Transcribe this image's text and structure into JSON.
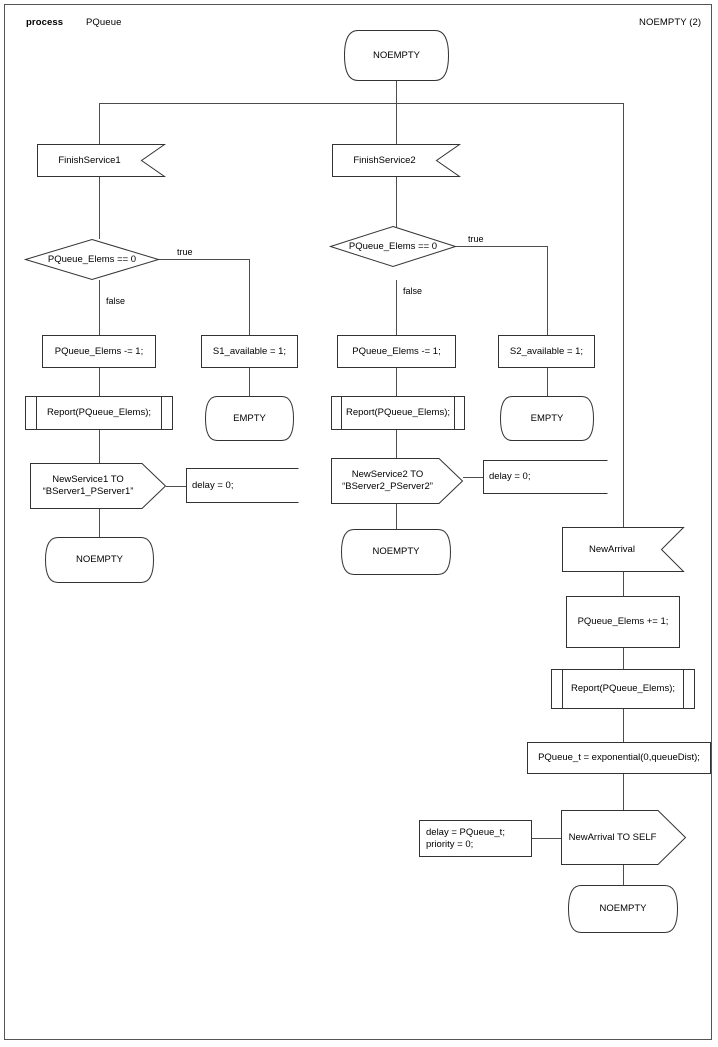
{
  "header": {
    "kind_label": "process",
    "process_name": "PQueue",
    "page_label": "NOEMPTY (2)"
  },
  "diagram": {
    "type": "sdl-process-flowchart",
    "start_state": "NOEMPTY",
    "branches": [
      {
        "id": "branch-1",
        "input_signal": "FinishService1",
        "decision": "PQueue_Elems == 0",
        "true_label": "true",
        "false_label": "false",
        "true_path": {
          "task": "S1_available = 1;",
          "next_state": "EMPTY"
        },
        "false_path": {
          "task": "PQueue_Elems -= 1;",
          "procedure": "Report(PQueue_Elems);",
          "output": "NewService1 TO\n“BServer1_PServer1”",
          "output_comment": "delay = 0;",
          "next_state": "NOEMPTY"
        }
      },
      {
        "id": "branch-2",
        "input_signal": "FinishService2",
        "decision": "PQueue_Elems == 0",
        "true_label": "true",
        "false_label": "false",
        "true_path": {
          "task": "S2_available = 1;",
          "next_state": "EMPTY"
        },
        "false_path": {
          "task": "PQueue_Elems -= 1;",
          "procedure": "Report(PQueue_Elems);",
          "output": "NewService2 TO\n“BServer2_PServer2”",
          "output_comment": "delay = 0;",
          "next_state": "NOEMPTY"
        }
      },
      {
        "id": "branch-3",
        "input_signal": "NewArrival",
        "task_1": "PQueue_Elems += 1;",
        "procedure": "Report(PQueue_Elems);",
        "task_2": "PQueue_t = exponential(0,queueDist);",
        "output": "NewArrival TO SELF",
        "output_comment": "delay = PQueue_t;\npriority = 0;",
        "next_state": "NOEMPTY"
      }
    ]
  },
  "colors": {
    "stroke": "#333333",
    "connector": "#4d4d4d",
    "frame": "#555555",
    "background": "#ffffff",
    "text": "#000000"
  }
}
